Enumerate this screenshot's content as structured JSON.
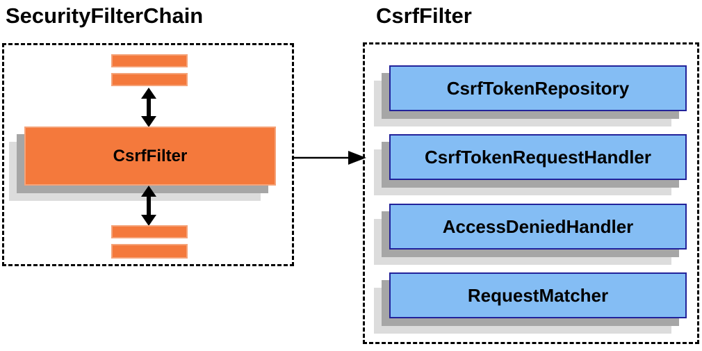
{
  "colors": {
    "orange": "#f4793c",
    "orange_border": "#f5a379",
    "blue": "#84bdf4",
    "blue_border": "#22229a",
    "shadow_dark": "#a6a6a6",
    "shadow_light": "#dcdcdc",
    "arrow": "#000000"
  },
  "left_panel": {
    "title": "SecurityFilterChain",
    "filter_label": "CsrfFilter"
  },
  "right_panel": {
    "title": "CsrfFilter",
    "components": [
      {
        "label": "CsrfTokenRepository"
      },
      {
        "label": "CsrfTokenRequestHandler"
      },
      {
        "label": "AccessDeniedHandler"
      },
      {
        "label": "RequestMatcher"
      }
    ]
  }
}
